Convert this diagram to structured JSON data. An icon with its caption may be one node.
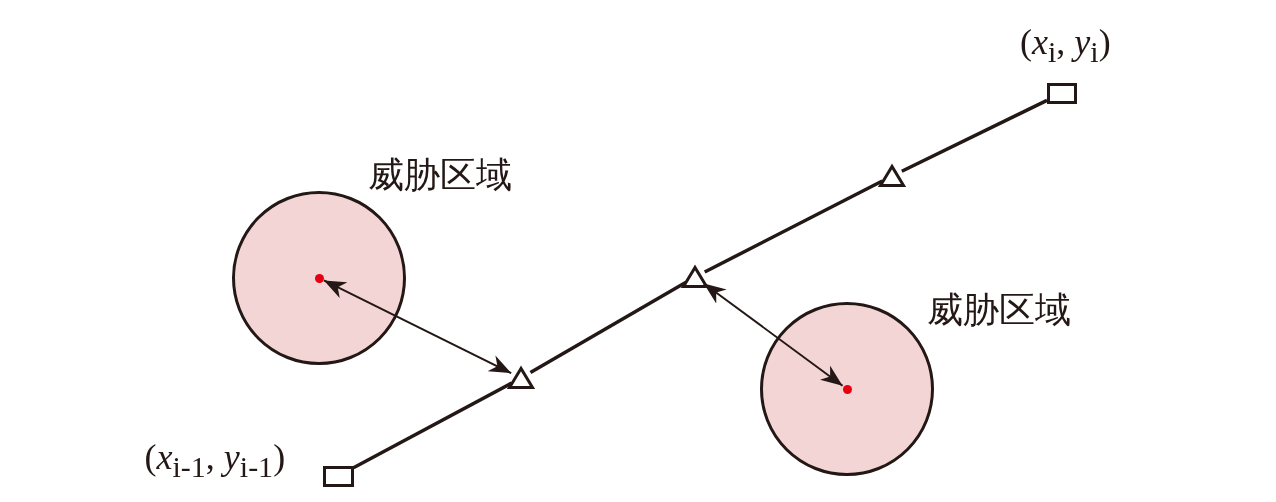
{
  "diagram": {
    "nodes": [
      {
        "text": [
          "威胁区域"
        ]
      },
      {
        "text": [],
        "shape": "circle",
        "in": 0
      },
      {
        "text": [],
        "shape": "box",
        "beside": [
          "(*x*$_{i}$, *y*$_{i}$)"
        ]
      },
      {
        "text": [],
        "shape": "triangle"
      },
      {
        "text": [],
        "shape": "triangle"
      },
      {
        "text": [
          "威胁区域"
        ]
      },
      {
        "text": [],
        "shape": "circle",
        "in": 5
      },
      {
        "text": [],
        "shape": "triangle"
      },
      {
        "text": [],
        "shape": "box",
        "beside": [
          "(*x*$_{i-1}$, *y*$_{i-1}$)"
        ]
      }
    ],
    "edges": [
      {
        "from": 8,
        "to": 7,
        "arrow": "none"
      },
      {
        "from": 7,
        "to": 4,
        "arrow": "none"
      },
      {
        "from": 4,
        "to": 3,
        "arrow": "none"
      },
      {
        "from": 3,
        "to": 2,
        "arrow": "none"
      },
      {
        "from": 1,
        "to": 7,
        "arrow": "both"
      },
      {
        "from": 4,
        "to": 6,
        "arrow": "both"
      }
    ]
  }
}
